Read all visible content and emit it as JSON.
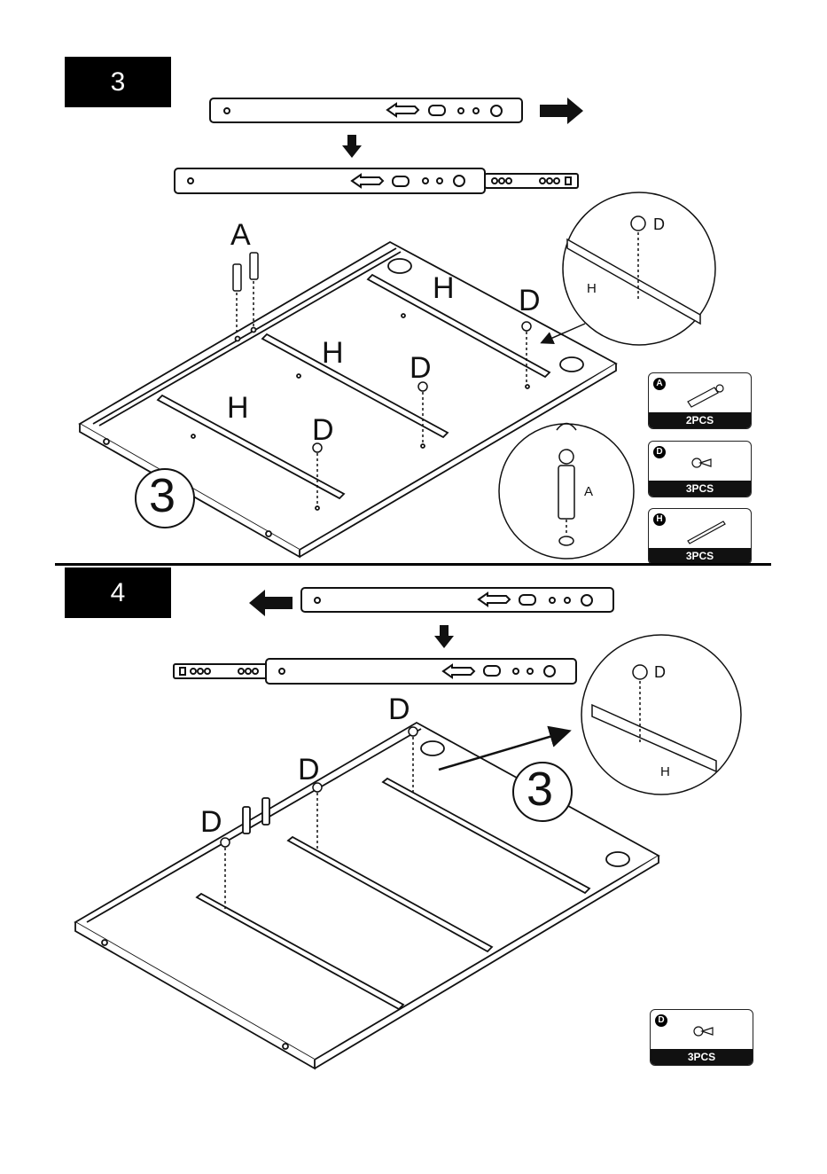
{
  "step3": {
    "number": "3",
    "panel_number": "3",
    "labels": {
      "A": "A",
      "H": "H",
      "D": "D"
    },
    "callout_a_label": "A",
    "callout_d_label": "D",
    "callout_h_label": "H",
    "parts": [
      {
        "letter": "A",
        "count": "2PCS",
        "icon": "cam-bolt-icon"
      },
      {
        "letter": "D",
        "count": "3PCS",
        "icon": "screw-icon"
      },
      {
        "letter": "H",
        "count": "3PCS",
        "icon": "rail-icon"
      }
    ]
  },
  "step4": {
    "number": "4",
    "panel_number": "3",
    "labels": {
      "D": "D"
    },
    "callout_d_label": "D",
    "callout_h_label": "H",
    "parts": [
      {
        "letter": "D",
        "count": "3PCS",
        "icon": "screw-icon"
      }
    ]
  },
  "colors": {
    "ink": "#111111",
    "badge": "#000000",
    "paper": "#ffffff"
  }
}
